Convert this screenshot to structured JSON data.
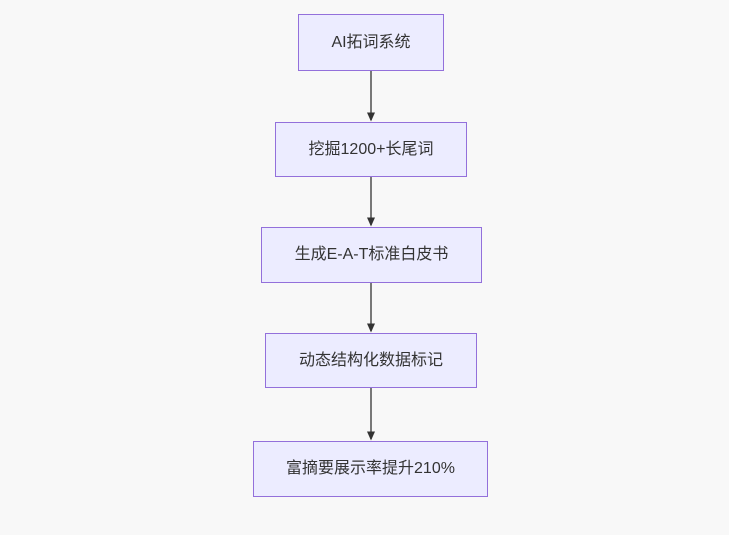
{
  "diagram": {
    "type": "flowchart",
    "direction": "top-down",
    "colors": {
      "background": "#f8f8f8",
      "node_fill": "#ECECFF",
      "node_border": "#9370DB",
      "node_text": "#333333",
      "arrow": "#333333"
    },
    "nodes": [
      {
        "id": "A",
        "label": "AI拓词系统"
      },
      {
        "id": "B",
        "label": "挖掘1200+长尾词"
      },
      {
        "id": "C",
        "label": "生成E-A-T标准白皮书"
      },
      {
        "id": "D",
        "label": "动态结构化数据标记"
      },
      {
        "id": "E",
        "label": "富摘要展示率提升210%"
      }
    ],
    "edges": [
      {
        "from": "A",
        "to": "B"
      },
      {
        "from": "B",
        "to": "C"
      },
      {
        "from": "C",
        "to": "D"
      },
      {
        "from": "D",
        "to": "E"
      }
    ]
  }
}
